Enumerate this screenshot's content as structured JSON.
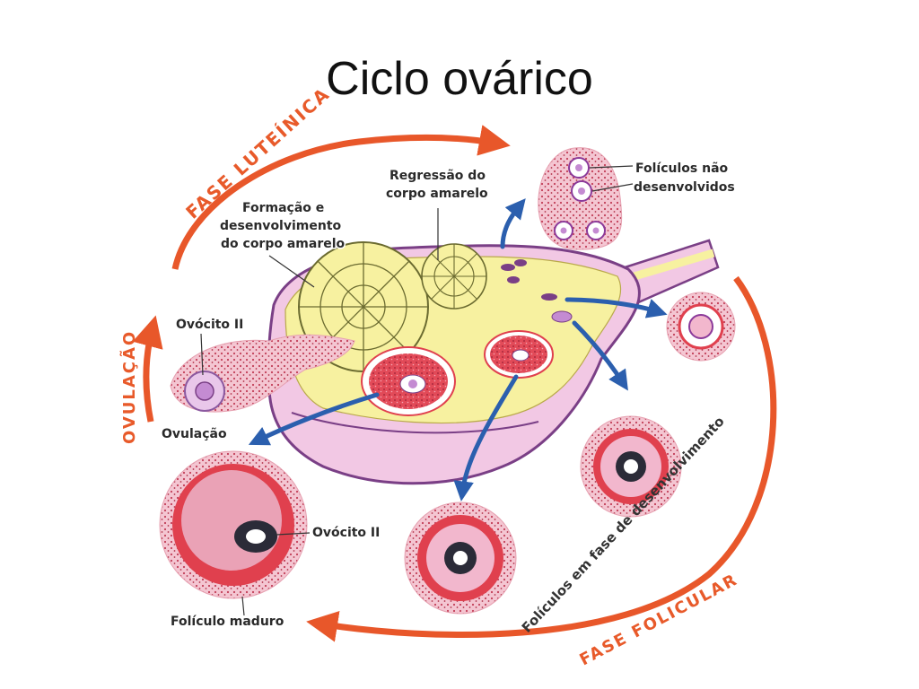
{
  "title": "Ciclo ovárico",
  "labels": {
    "fase_luteinica": "FASE LUTEÍNICA",
    "formacao_1": "Formação e",
    "formacao_2": "desenvolvimento",
    "formacao_3": "do corpo amarelo",
    "regressao_1": "Regressão do",
    "regressao_2": "corpo amarelo",
    "nao_desenv_1": "Folículos não",
    "nao_desenv_2": "desenvolvidos",
    "ovocito_ii_top": "Ovócito II",
    "ovulacao_vertical": "OVULAÇÃO",
    "ovulacao": "Ovulação",
    "ovocito_ii_bottom": "Ovócito II",
    "foliculo_maduro": "Folículo maduro",
    "foliculos_fase": "Folículos em fase de desenvolvimento",
    "fase_folicular": "FASE FOLICULAR"
  },
  "colors": {
    "cycle_arrow": "#e8572a",
    "ovary_fill": "#f2c8e4",
    "medulla_fill": "#f7f1a0",
    "outline": "#7a3f86",
    "follicle_red": "#e0404e",
    "follicle_pink": "#f2b7cd",
    "blue_arrow": "#2b5fae"
  }
}
